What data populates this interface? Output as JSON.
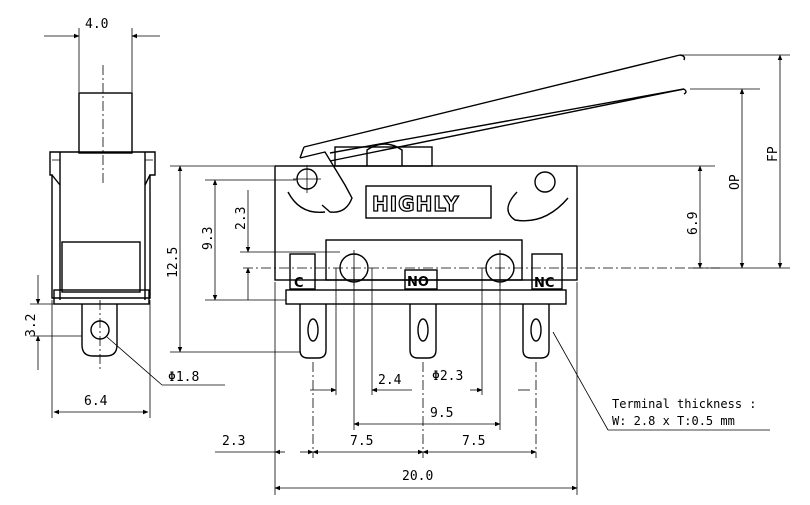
{
  "brand": "HIGHLY",
  "terminals": {
    "c": "C",
    "no": "NO",
    "nc": "NC"
  },
  "dimensions": {
    "side_top_width": "4.0",
    "side_bottom_width": "6.4",
    "side_hole_offset": "3.2",
    "hole_diameter": "Φ1.8",
    "height_total": "12.5",
    "height_hole": "9.3",
    "hole_spacing_v": "2.3",
    "op_height": "6.9",
    "op_label": "OP",
    "fp_label": "FP",
    "hole_dia_large": "Φ2.3",
    "pin_offset": "2.4",
    "hole_pitch": "9.5",
    "left_edge": "2.3",
    "terminal_pitch_left": "7.5",
    "terminal_pitch_right": "7.5",
    "overall_width": "20.0"
  },
  "note": {
    "line1": "Terminal thickness :",
    "line2": "W: 2.8 x T:0.5 mm"
  }
}
